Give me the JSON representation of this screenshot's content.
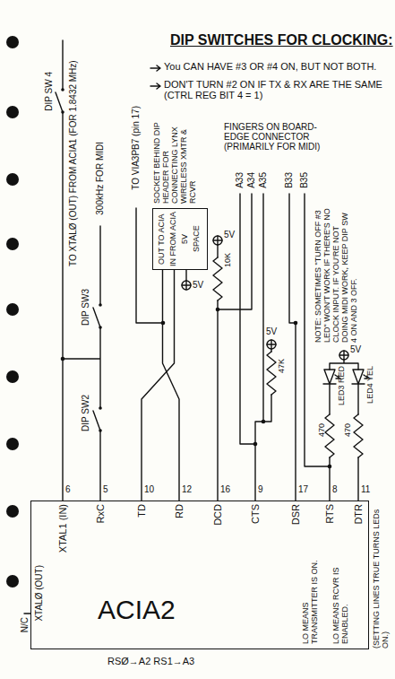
{
  "diagram": {
    "title": "DIP SWITCHES FOR CLOCKING:",
    "nodes": [
      {
        "text": [
          "OUT TO ACIA",
          "IN FROM ACIA",
          "5V",
          "SPACE"
        ]
      },
      {
        "text": [
          "ACIA2"
        ]
      }
    ],
    "edges": [
      {
        "from": 1,
        "to": 0,
        "arrow": "none"
      },
      {
        "from": 1,
        "to": 0,
        "arrow": "none"
      }
    ],
    "labels": [
      "You CAN HAVE #3 OR #4 ON, BUT NOT BOTH.",
      "DON'T TURN #2 ON IF TX & RX ARE THE SAME (CTRL REG BIT 4 = 1)",
      "DIP SW 4",
      "TO XTALØ (OUT) FROM ACIA1 (FOR 1.8432 MHz)",
      "DIP SW3",
      "300kHz FOR MIDI",
      "DIP SW2",
      "TO VIA3PB7 (pin 17)",
      "SOCKET BEHIND DIP HEADER FOR CONNECTING LYNX WIRELESS XMTR & RCVR",
      "FINGERS ON BOARD-EDGE CONNECTOR (PRIMARILY FOR MIDI)",
      "A33",
      "A34",
      "A35",
      "B33",
      "B35",
      "5V",
      "5V",
      "10K",
      "5V",
      "47K",
      "NOTE: SOMETIMES \"TURN OFF #3 LED\" WON'T WORK IF THERE'S NO CLOCK INPUT. IF YOU'RE NOT DOING MIDI WORK, KEEP DIP SW 4 ON AND 3 OFF.",
      "5V",
      "LED3 RED",
      "LED4 YEL",
      "470",
      "470",
      "6",
      "5",
      "10",
      "12",
      "16",
      "9",
      "17",
      "8",
      "11",
      "XTAL1 (IN)",
      "RxC",
      "TD",
      "RD",
      "DCD",
      "CTS",
      "DSR",
      "RTS",
      "DTR",
      "XTALØ (OUT)",
      "N/C",
      "LO MEANS TRANSMITTER IS ON.",
      "LO MEANS RCVR IS ENABLED.",
      "(SETTING LINES TRUE TURNS LEDs ON.)",
      "RSØ→A2 RS1→A3"
    ]
  }
}
